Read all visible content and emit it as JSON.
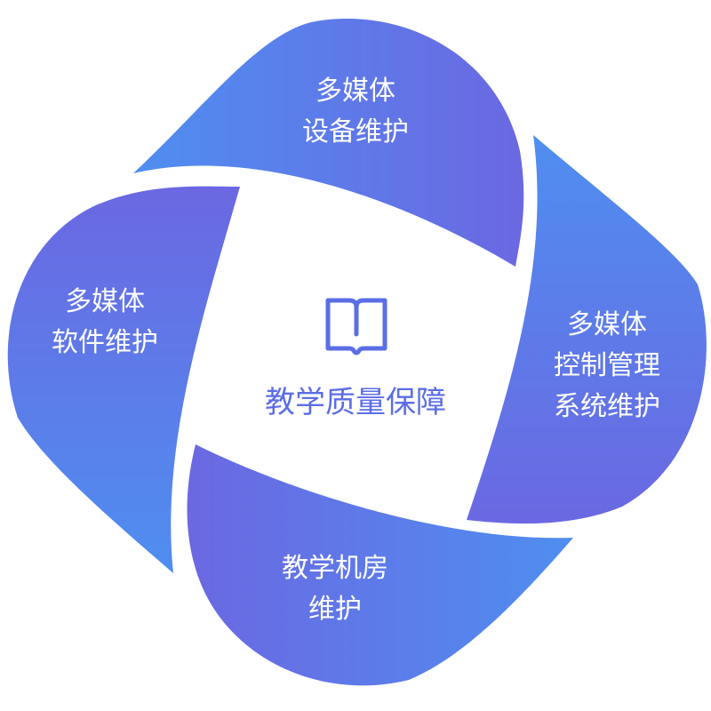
{
  "center": {
    "title": "教学质量保障",
    "icon": "book-icon"
  },
  "petals": [
    {
      "lines": [
        "多媒体",
        "设备维护"
      ]
    },
    {
      "lines": [
        "多媒体",
        "控制管理",
        "系统维护"
      ]
    },
    {
      "lines": [
        "教学机房",
        "维护"
      ]
    },
    {
      "lines": [
        "多媒体",
        "软件维护"
      ]
    }
  ],
  "colors": {
    "blue": "#4f8ef0",
    "purple": "#6b68e2",
    "accent": "#5b6ee6"
  }
}
